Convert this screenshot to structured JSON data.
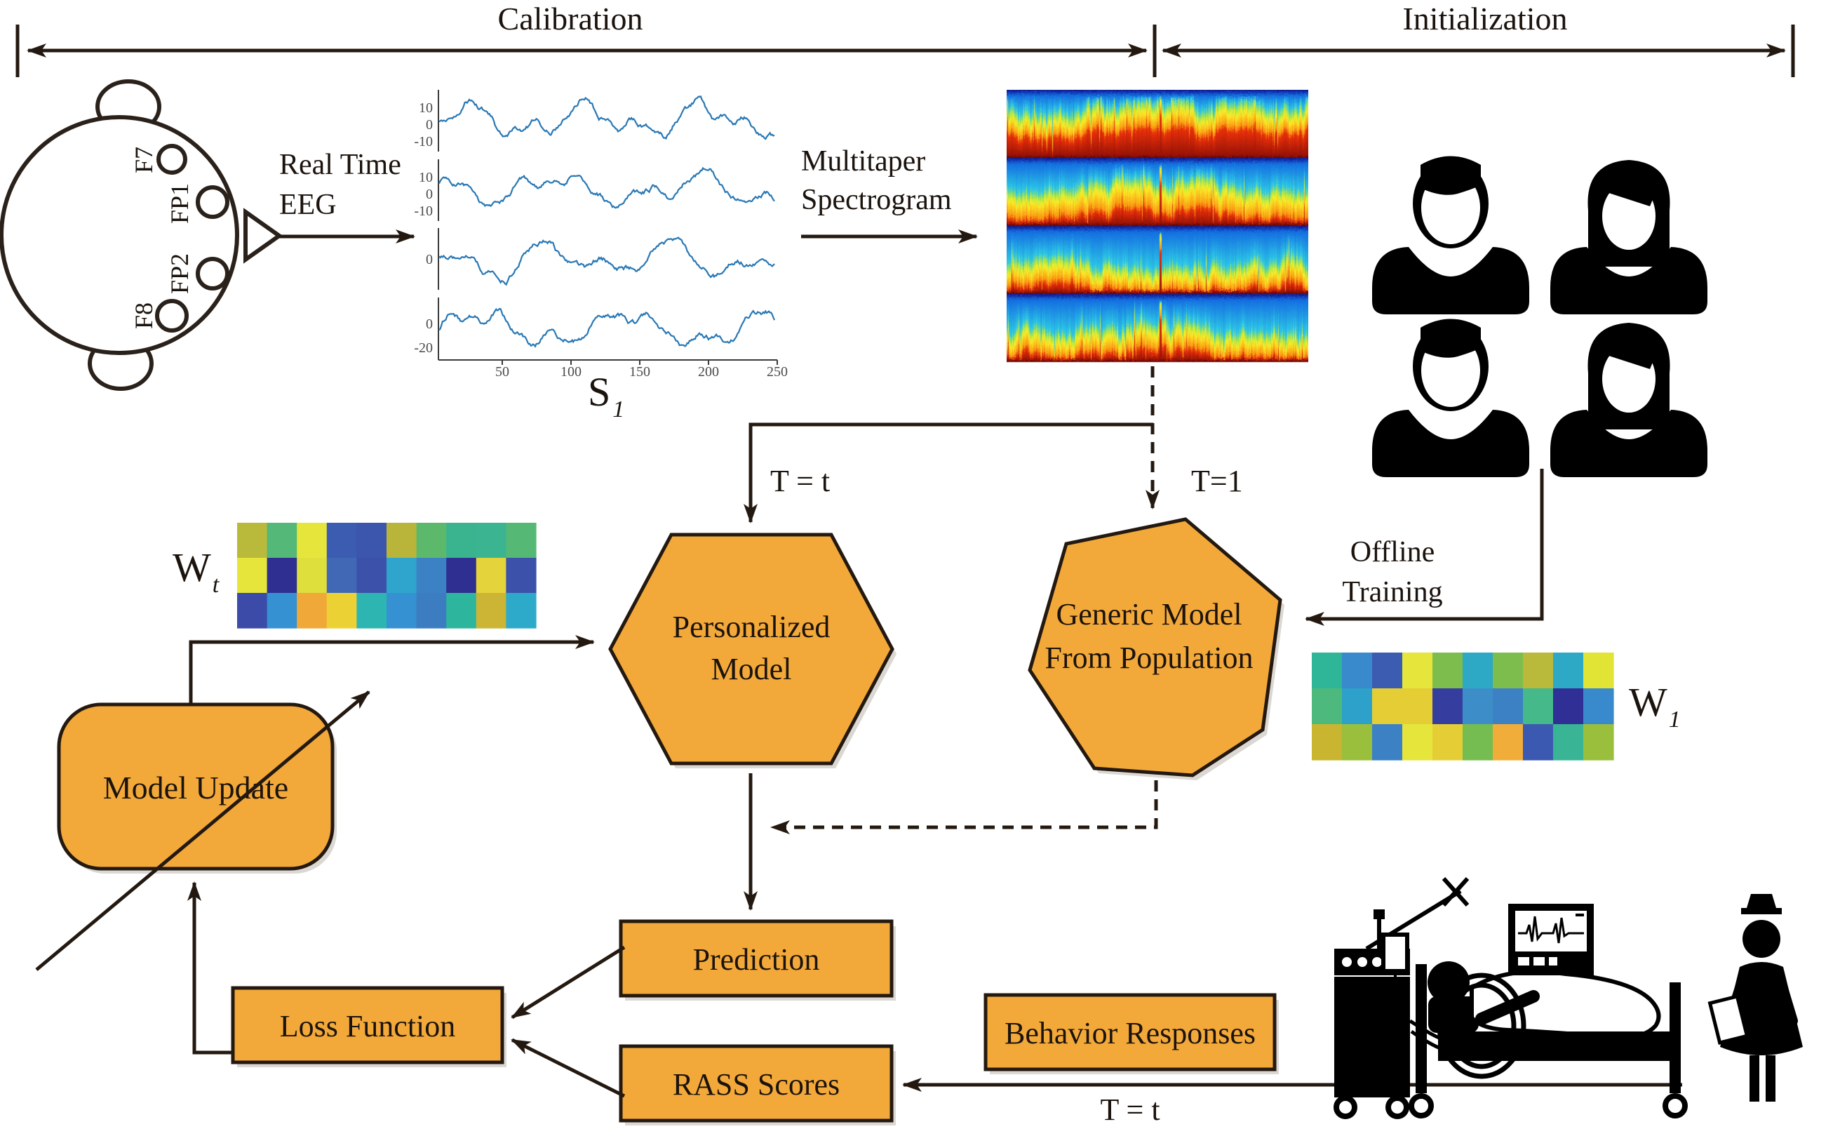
{
  "spans": {
    "calibration": "Calibration",
    "initialization": "Initialization"
  },
  "head": {
    "electrodes": [
      "F7",
      "FP1",
      "FP2",
      "F8"
    ]
  },
  "eeg_arrow": {
    "line1": "Real Time",
    "line2": "EEG"
  },
  "spec_arrow": {
    "line1": "Multitaper",
    "line2": "Spectrogram"
  },
  "eeg_plot": {
    "label_main": "S",
    "label_sub": "1",
    "panel1_ticks": [
      "10",
      "0",
      "-10"
    ],
    "panel2_ticks": [
      "10",
      "0",
      "-10"
    ],
    "panel3_ticks": [
      "0"
    ],
    "panel4_ticks": [
      "0",
      "-20"
    ],
    "x_ticks": [
      "50",
      "100",
      "150",
      "200",
      "250"
    ]
  },
  "flow_labels": {
    "t_personalized": "T = t",
    "t_generic": "T=1",
    "offline1": "Offline",
    "offline2": "Training",
    "t_bottom": "T = t"
  },
  "nodes": {
    "personalized1": "Personalized",
    "personalized2": "Model",
    "generic1": "Generic Model",
    "generic2": "From Population",
    "model_update": "Model Update",
    "prediction": "Prediction",
    "loss": "Loss Function",
    "rass": "RASS Scores",
    "behavior": "Behavior Responses"
  },
  "weights": {
    "wt": {
      "main": "W",
      "sub": "t",
      "cells": [
        [
          "#b9b93b",
          "#53b878",
          "#e5e53c",
          "#3c5cb1",
          "#3c55ad",
          "#b9b53b",
          "#5cb96b",
          "#39b48f",
          "#3bb492",
          "#55b875"
        ],
        [
          "#e5e53c",
          "#2f2f91",
          "#dede3d",
          "#4168b5",
          "#3c51a9",
          "#2fa5cd",
          "#3d81c5",
          "#2f2f91",
          "#e5d33b",
          "#3c51a9"
        ],
        [
          "#3c4ba7",
          "#3591d1",
          "#f0a939",
          "#ecd135",
          "#2db5b1",
          "#3591d1",
          "#3c7dc1",
          "#2db59d",
          "#ccb535",
          "#2da9c9"
        ]
      ]
    },
    "w1": {
      "main": "W",
      "sub": "1",
      "cells": [
        [
          "#2fb597",
          "#3989cd",
          "#3c5cb1",
          "#e5e53c",
          "#7dbd4d",
          "#2da9c5",
          "#7dbd4d",
          "#b9b93b",
          "#2da9c5",
          "#e1e335"
        ],
        [
          "#4db97d",
          "#2da1c9",
          "#e5cd35",
          "#e5cd35",
          "#353d9f",
          "#3d8dc9",
          "#3d81c5",
          "#45b989",
          "#2f2f95",
          "#3989cd"
        ],
        [
          "#c9b52f",
          "#99bf3d",
          "#3d81c5",
          "#e5e53c",
          "#e5cd35",
          "#75bd51",
          "#f0ad39",
          "#3c59b1",
          "#39b495",
          "#99bf3d"
        ]
      ]
    }
  },
  "colors": {
    "node_fill": "#F3A93A",
    "outline": "#241910",
    "eeg_trace": "#2878B5"
  }
}
